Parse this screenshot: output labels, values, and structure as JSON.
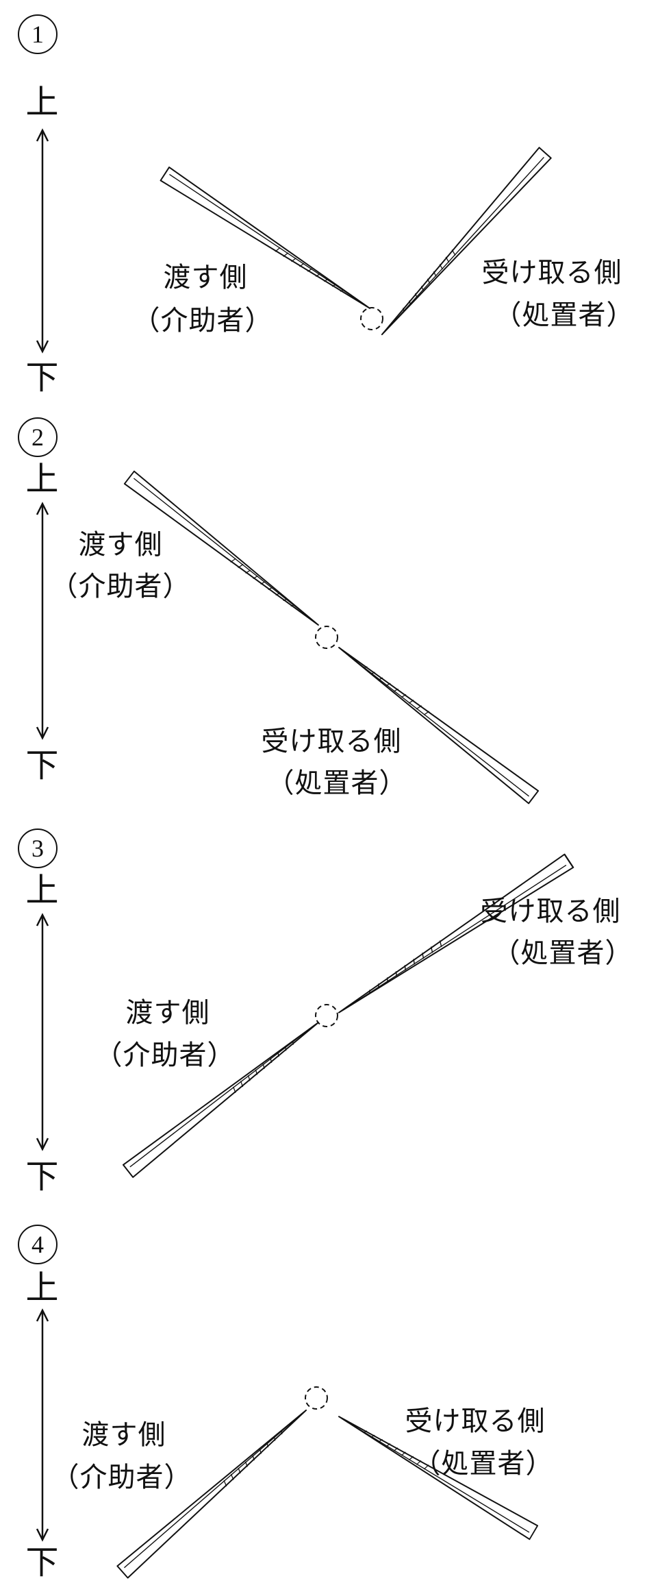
{
  "panels": [
    {
      "number": "1",
      "axis": {
        "top": "上",
        "bottom": "下"
      },
      "giver": {
        "line1": "渡す側",
        "line2": "（介助者）"
      },
      "receiver": {
        "line1": "受け取る側",
        "line2": "（処置者）"
      }
    },
    {
      "number": "2",
      "axis": {
        "top": "上",
        "bottom": "下"
      },
      "giver": {
        "line1": "渡す側",
        "line2": "（介助者）"
      },
      "receiver": {
        "line1": "受け取る側",
        "line2": "（処置者）"
      }
    },
    {
      "number": "3",
      "axis": {
        "top": "上",
        "bottom": "下"
      },
      "giver": {
        "line1": "渡す側",
        "line2": "（介助者）"
      },
      "receiver": {
        "line1": "受け取る側",
        "line2": "（処置者）"
      }
    },
    {
      "number": "4",
      "axis": {
        "top": "上",
        "bottom": "下"
      },
      "giver": {
        "line1": "渡す側",
        "line2": "（介助者）"
      },
      "receiver": {
        "line1": "受け取る側",
        "line2": "（処置者）"
      }
    }
  ],
  "colors": {
    "ink": "#111111",
    "background": "#ffffff"
  }
}
